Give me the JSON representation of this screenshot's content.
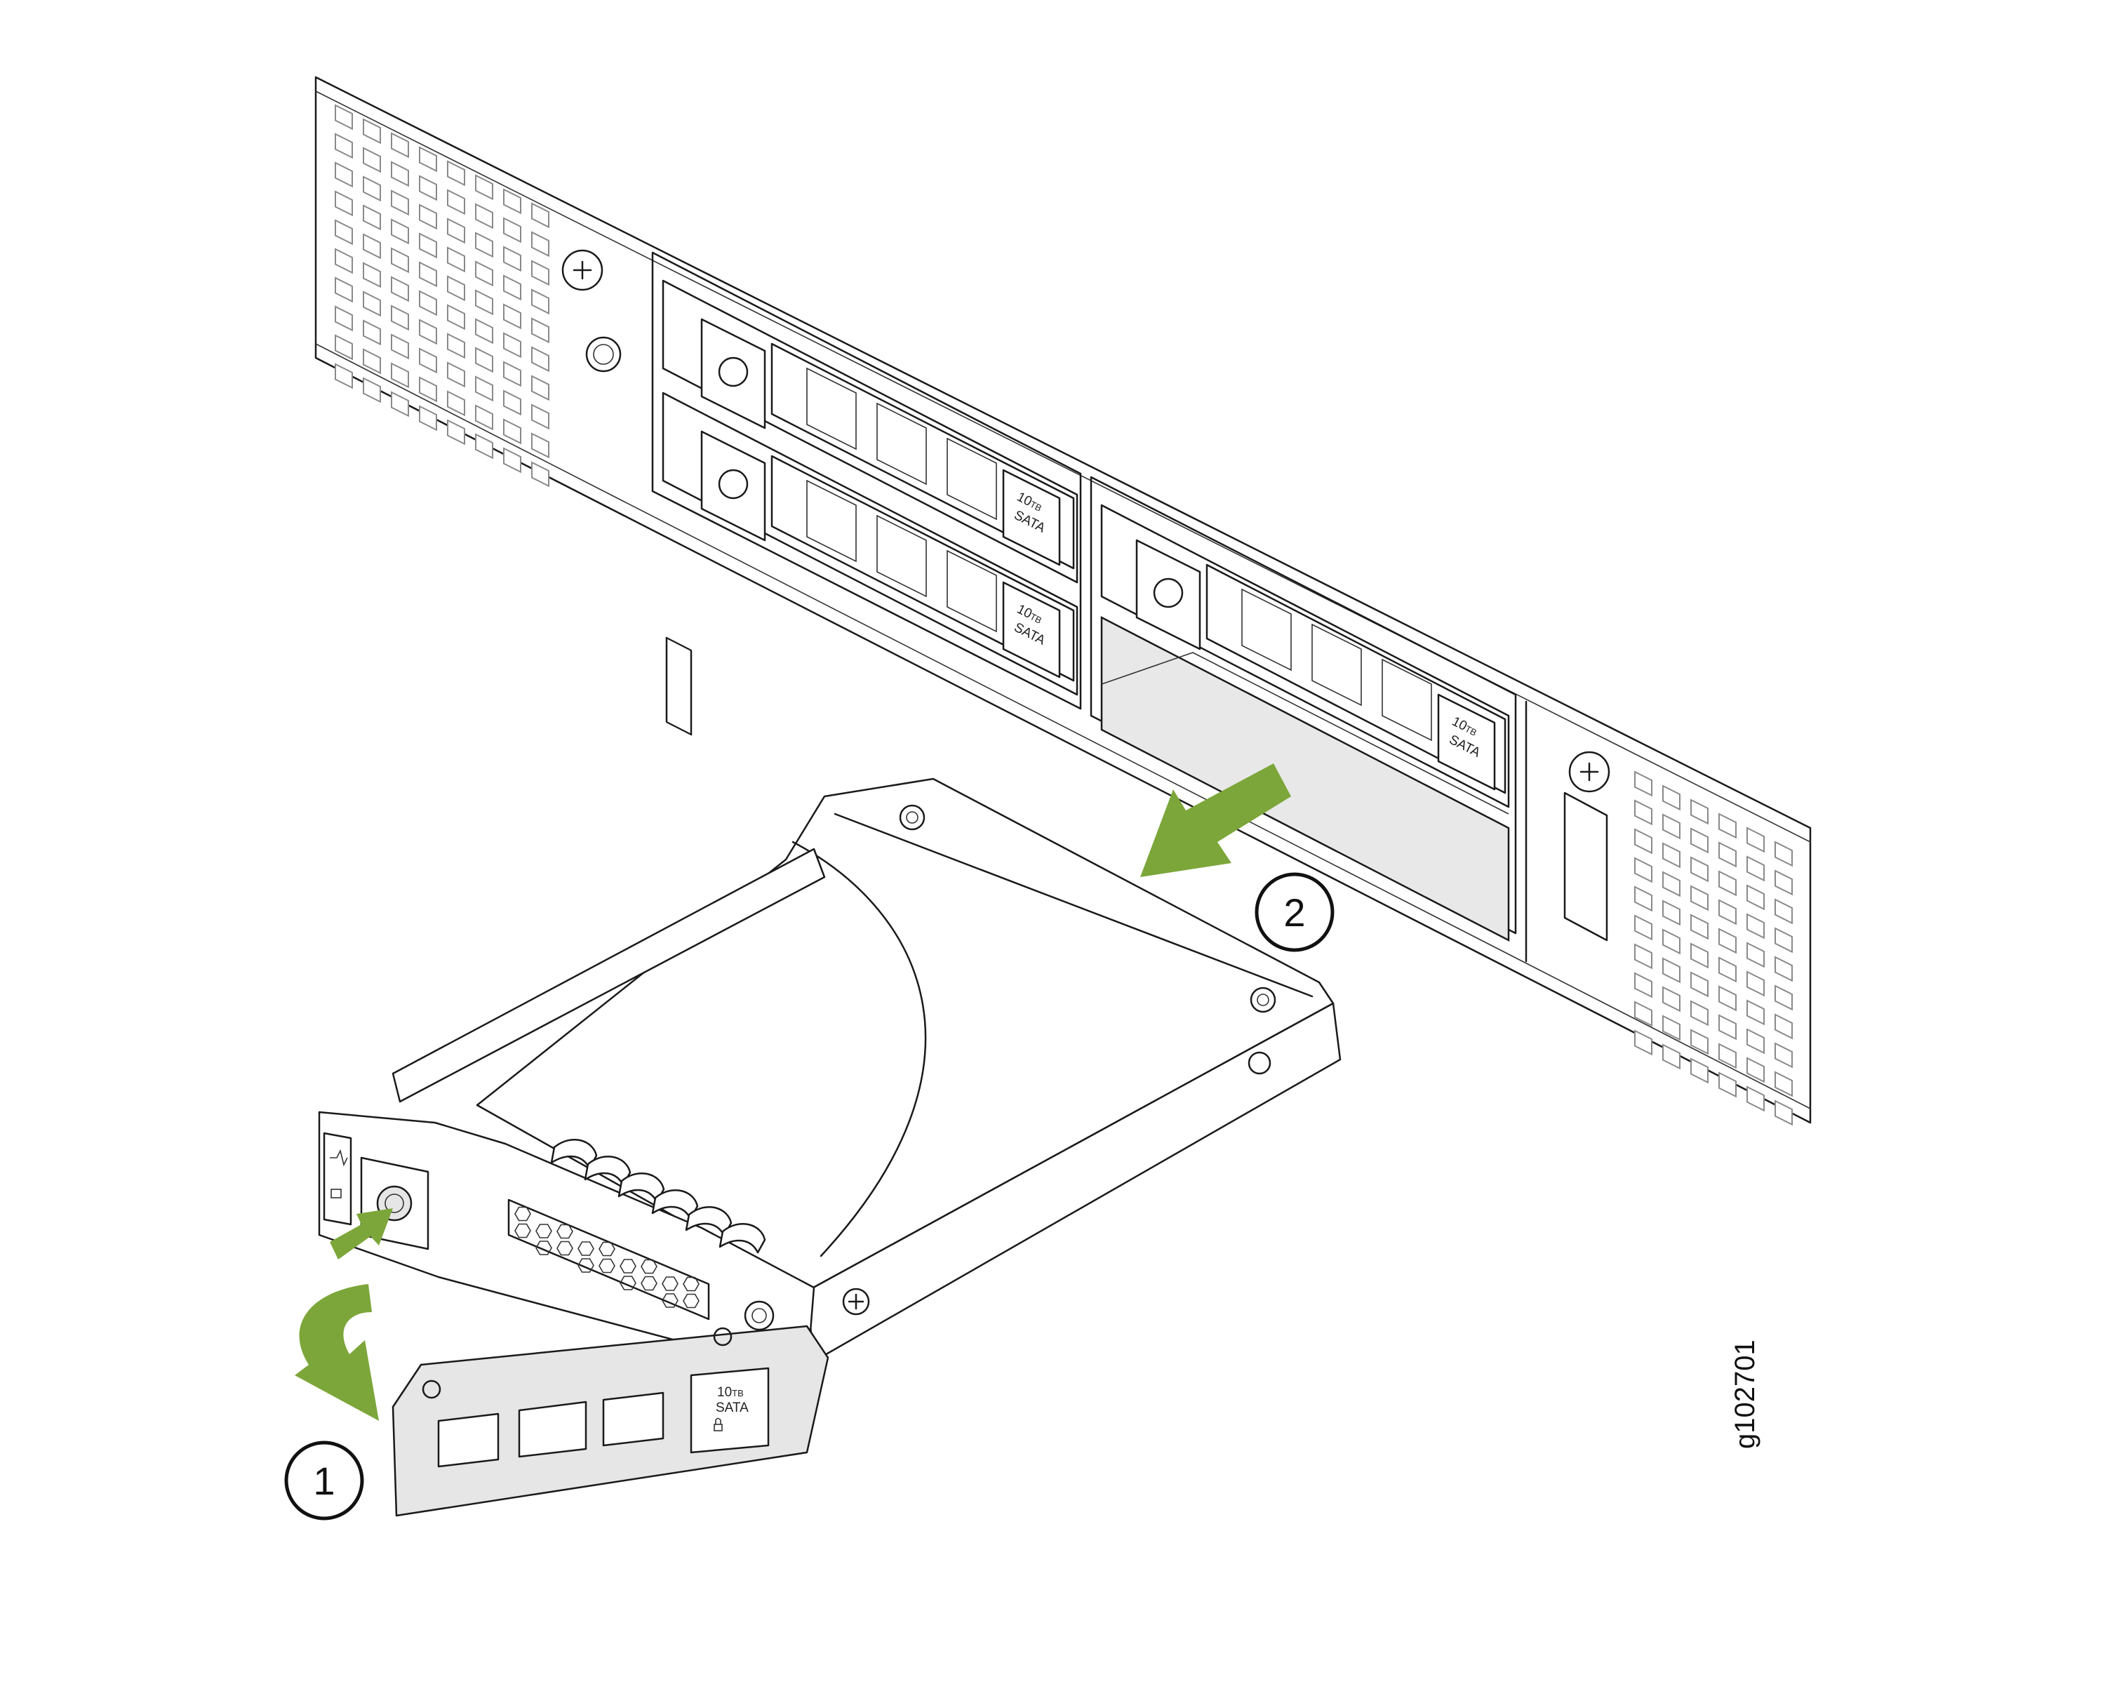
{
  "figure_id": "g102701",
  "callouts": [
    {
      "number": "1"
    },
    {
      "number": "2"
    }
  ],
  "drive_label": {
    "capacity": "10",
    "unit": "TB",
    "interface": "SATA"
  },
  "colors": {
    "arrow": "#7ca63a",
    "empty_slot": "#e8e8e8",
    "line": "#1a1a1a"
  }
}
